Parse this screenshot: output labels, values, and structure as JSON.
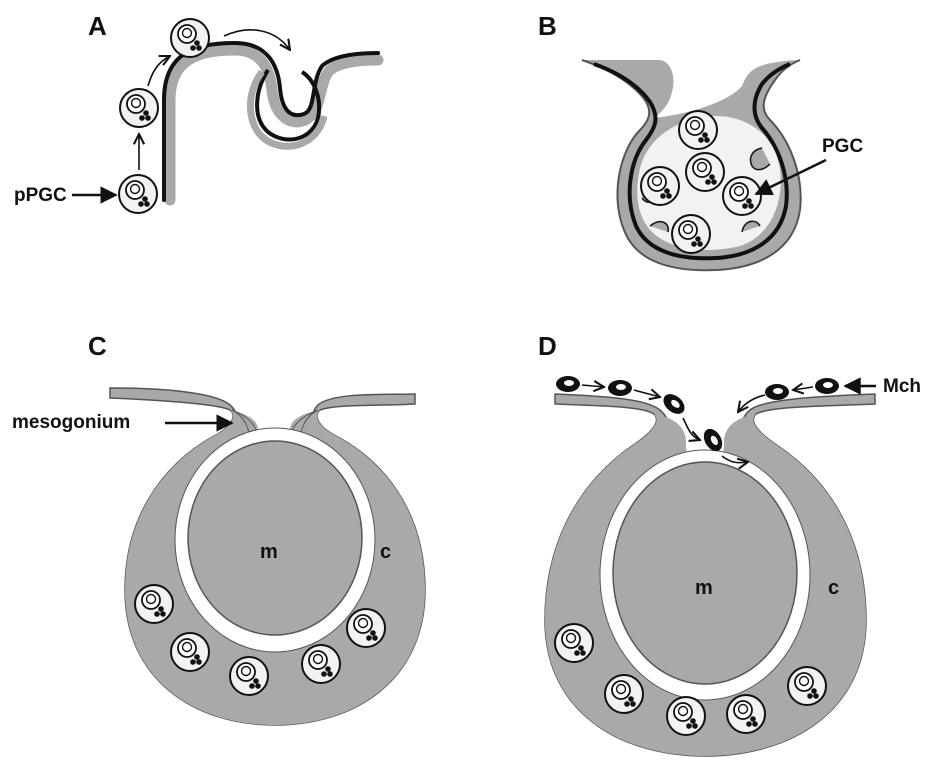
{
  "panels": [
    {
      "id": "A",
      "letter": "A"
    },
    {
      "id": "B",
      "letter": "B"
    },
    {
      "id": "C",
      "letter": "C"
    },
    {
      "id": "D",
      "letter": "D"
    }
  ],
  "labels": {
    "ppgc": "pPGC",
    "pgc": "PGC",
    "mesogonium": "mesogonium",
    "mch": "Mch",
    "m_c": "m",
    "c_c": "c",
    "m_d": "m",
    "c_d": "c"
  },
  "colors": {
    "tissue_gray": "#a9a9a9",
    "lumen_white": "#ffffff",
    "cell_fill": "#f2f2f2",
    "outline": "#111111"
  }
}
